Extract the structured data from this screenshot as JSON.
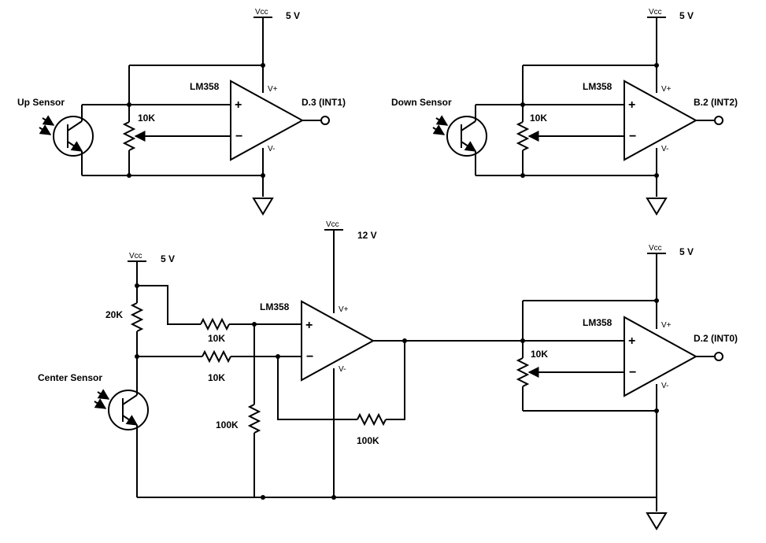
{
  "labels": {
    "vcc": "Vcc",
    "five_volt": "5 V",
    "twelve_volt": "12 V",
    "opamp": "LM358",
    "vplus": "V+",
    "vminus": "V-",
    "plus": "+",
    "minus": "−",
    "ten_k": "10K",
    "twenty_k": "20K",
    "hundred_k": "100K"
  },
  "up_sensor": {
    "name": "Up Sensor",
    "output": "D.3 (INT1)"
  },
  "down_sensor": {
    "name": "Down Sensor",
    "output": "B.2 (INT2)"
  },
  "center_sensor": {
    "name": "Center Sensor",
    "output": "D.2 (INT0)"
  }
}
